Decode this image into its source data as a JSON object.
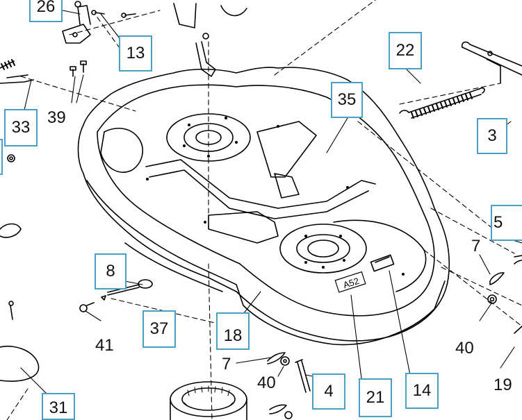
{
  "callouts": {
    "c26": "26",
    "c13": "13",
    "c22": "22",
    "c35": "35",
    "c33": "33",
    "c3": "3",
    "c5": "5",
    "c8": "8",
    "c37": "37",
    "c18": "18",
    "c21": "21",
    "c14": "14",
    "c4": "4",
    "c31": "31"
  },
  "labels": {
    "l39": "39",
    "l7a": "7",
    "l40a": "40",
    "l41": "41",
    "l19": "19",
    "l7b": "7",
    "l40b": "40"
  },
  "deck_marks": {
    "deck_sticker": "A52"
  }
}
